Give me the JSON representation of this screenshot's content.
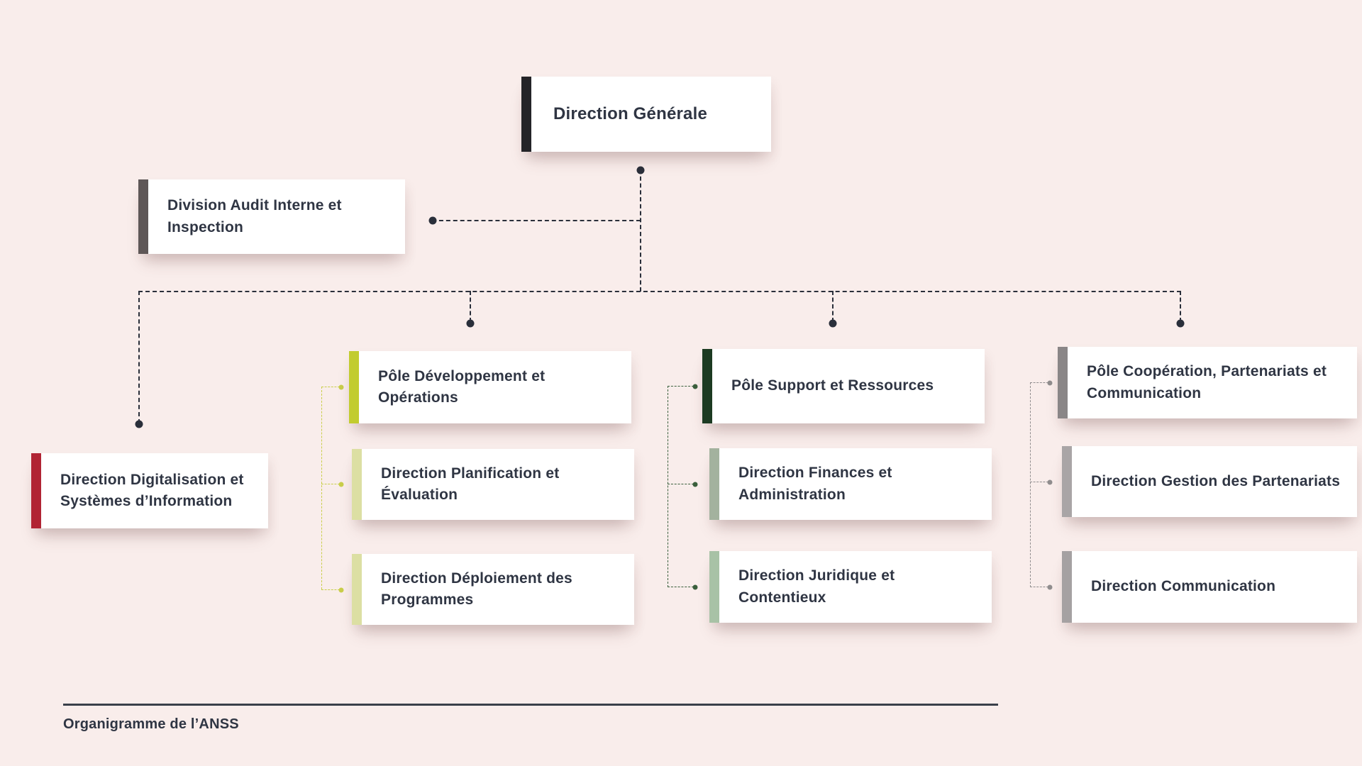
{
  "page": {
    "background": "#F9EDEB",
    "caption": "Organigramme de l’ANSS",
    "rule_color": "#3A3F49",
    "text_color": "#2F3543"
  },
  "connectors": {
    "color": "#2A2F3A"
  },
  "root": {
    "label": "Direction Générale",
    "accent": "#242428"
  },
  "staff": {
    "label": "Division Audit Interne et Inspection",
    "accent": "#5E5757"
  },
  "branches": [
    {
      "label": "Direction Digitalisation et Systèmes d’Information",
      "accent": "#B12433",
      "bracket": null,
      "children": []
    },
    {
      "label": "Pôle Développement et Opérations",
      "accent": "#C2CC2F",
      "bracket": "#C9CE4A",
      "children": [
        {
          "label": "Direction Planification et Évaluation",
          "accent": "#DCDFA3"
        },
        {
          "label": "Direction Déploiement des Programmes",
          "accent": "#DCDFA3"
        }
      ]
    },
    {
      "label": "Pôle Support et Ressources",
      "accent": "#1C3B22",
      "bracket": "#3A5F3C",
      "children": [
        {
          "label": "Direction Finances et Administration",
          "accent": "#A3B29E"
        },
        {
          "label": "Direction Juridique et Contentieux",
          "accent": "#A8C2A6"
        }
      ]
    },
    {
      "label": "Pôle Coopération, Partenariats et Communication",
      "accent": "#8A8687",
      "bracket": "#908D8E",
      "children": [
        {
          "label": "Direction Gestion des Partenariats",
          "accent": "#A9A5A6"
        },
        {
          "label": "Direction Communication",
          "accent": "#A5A1A2"
        }
      ]
    }
  ]
}
